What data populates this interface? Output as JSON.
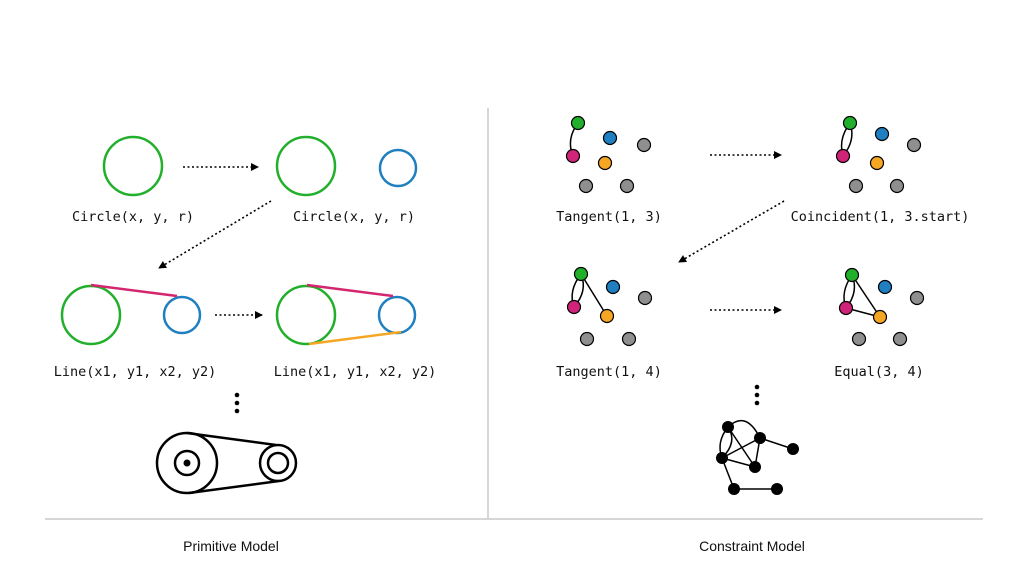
{
  "colors": {
    "green": "#22b02c",
    "blue": "#1f7fc0",
    "pink": "#d4266e",
    "magenta": "#d0237a",
    "orange": "#f5a623",
    "gray": "#8f8f8f",
    "black": "#000000",
    "divider": "#c8c8c8"
  },
  "primitive": {
    "title": "Primitive Model",
    "steps": [
      {
        "label": "Circle(x, y, r)"
      },
      {
        "label": "Circle(x, y, r)"
      },
      {
        "label": "Line(x1, y1, x2, y2)"
      },
      {
        "label": "Line(x1, y1, x2, y2)"
      }
    ]
  },
  "constraint": {
    "title": "Constraint Model",
    "steps": [
      {
        "label": "Tangent(1, 3)"
      },
      {
        "label": "Coincident(1, 3.start)"
      },
      {
        "label": "Tangent(1, 4)"
      },
      {
        "label": "Equal(3, 4)"
      }
    ]
  }
}
